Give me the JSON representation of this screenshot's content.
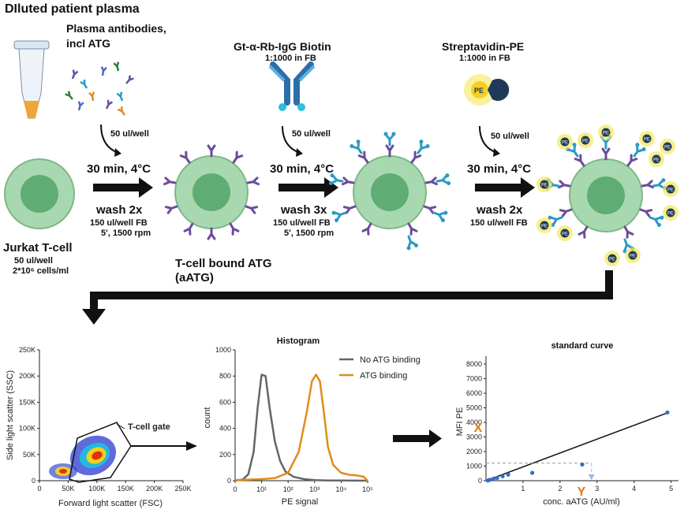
{
  "title": "DIluted patient plasma",
  "step1": {
    "heading_line1": "Plasma antibodies,",
    "heading_line2": "incl ATG",
    "volume": "50 ul/well",
    "incubation": "30 min, 4°C",
    "wash": "wash 2x",
    "wash_detail1": "150 ul/well FB",
    "wash_detail2": "5', 1500 rpm"
  },
  "step2": {
    "heading": "Gt-α-Rb-IgG Biotin",
    "dilution": "1:1000 in FB",
    "volume": "50 ul/well",
    "incubation": "30 min, 4°C",
    "wash": "wash 3x",
    "wash_detail1": "150 ul/well FB",
    "wash_detail2": "5', 1500 rpm"
  },
  "step3": {
    "heading": "Streptavidin-PE",
    "dilution": "1:1000 in FB",
    "pe_label": "PE",
    "volume": "50 ul/well",
    "incubation": "30 min, 4°C",
    "wash": "wash 2x",
    "wash_detail1": "150 ul/well FB"
  },
  "jurkat": {
    "label": "Jurkat T-cell",
    "detail1": "50 ul/well",
    "detail2": "2*10⁶ cells/ml"
  },
  "bound": {
    "label_line1": "T-cell bound ATG",
    "label_line2": "(aATG)"
  },
  "colors": {
    "cell_outer": "#a8d8b0",
    "cell_inner": "#5fad74",
    "antibody_purple": "#6b4c9a",
    "antibody_blue": "#2a9ac4",
    "pe_yellow": "#f5e85a",
    "gray_curve": "#666666",
    "orange_curve": "#e08c1a",
    "marker_orange": "#e07a10"
  },
  "scatter": {
    "ylabel": "Side light scatter (SSC)",
    "xlabel": "Forward light scatter (FSC)",
    "gate_label": "T-cell gate",
    "yticks": [
      "250K",
      "200K",
      "150K",
      "100K",
      "50K",
      "0"
    ],
    "xticks": [
      "0",
      "50K",
      "100K",
      "150K",
      "200K",
      "250K"
    ]
  },
  "chart_data": {
    "type": "line",
    "title": "Histogram",
    "xlabel": "PE signal",
    "ylabel": "count",
    "ylim": [
      0,
      1000
    ],
    "xscale": "log",
    "yticks": [
      "1000",
      "800",
      "600",
      "400",
      "200",
      "0"
    ],
    "xticks": [
      "0",
      "10¹",
      "10²",
      "10³",
      "10⁴",
      "10⁵"
    ],
    "legend_placement": "top-right",
    "series": [
      {
        "name": "No ATG binding",
        "color": "#666666",
        "x": [
          0,
          0.3,
          0.5,
          0.7,
          0.85,
          1.0,
          1.15,
          1.3,
          1.5,
          1.7,
          1.9,
          2.2,
          2.6,
          3.0,
          3.5,
          4.0,
          5.0
        ],
        "y": [
          0,
          10,
          50,
          220,
          560,
          810,
          800,
          560,
          300,
          150,
          70,
          30,
          12,
          5,
          2,
          1,
          0
        ]
      },
      {
        "name": "ATG binding",
        "color": "#e08c1a",
        "x": [
          0,
          1.0,
          1.5,
          2.0,
          2.4,
          2.7,
          2.9,
          3.05,
          3.2,
          3.35,
          3.5,
          3.7,
          4.0,
          4.3,
          4.6,
          4.85,
          5.0
        ],
        "y": [
          5,
          12,
          20,
          60,
          220,
          520,
          760,
          810,
          760,
          520,
          260,
          120,
          60,
          45,
          40,
          30,
          0
        ]
      }
    ]
  },
  "standard_curve": {
    "title": "standard curve",
    "ylabel": "MFI PE",
    "xlabel": "conc. aATG (AU/ml)",
    "yticks": [
      "8000",
      "7000",
      "6000",
      "5000",
      "4000",
      "3000",
      "2000",
      "1000",
      "0"
    ],
    "xticks": [
      "1",
      "2",
      "3",
      "4",
      "5"
    ],
    "marker_x": "X",
    "marker_y": "Y",
    "points": [
      {
        "x": 0.05,
        "y": 10
      },
      {
        "x": 0.1,
        "y": 60
      },
      {
        "x": 0.2,
        "y": 130
      },
      {
        "x": 0.3,
        "y": 190
      },
      {
        "x": 0.45,
        "y": 300
      },
      {
        "x": 0.6,
        "y": 420
      },
      {
        "x": 1.25,
        "y": 540
      },
      {
        "x": 2.6,
        "y": 1110
      },
      {
        "x": 4.9,
        "y": 4680
      }
    ]
  }
}
